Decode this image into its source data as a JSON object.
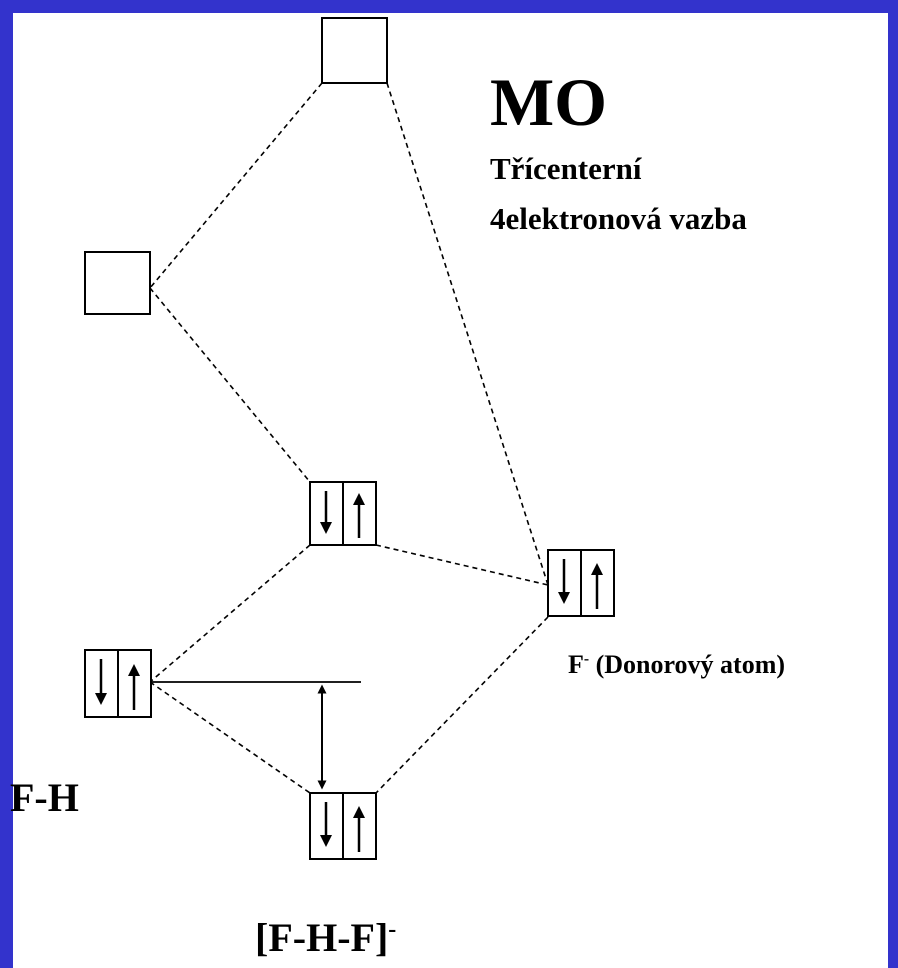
{
  "title": "MO",
  "subtitle_line1": "Třícenterní",
  "subtitle_line2": "4elektronová vazba",
  "labels": {
    "fh": "F-H",
    "donor_base": "F",
    "donor_sup": "-",
    "donor_text": " (Donorový atom)",
    "complex_base": "[F-H-F]",
    "complex_sup": "-"
  },
  "levels": [
    {
      "id": "antibonding-sigma-star",
      "electrons": "empty"
    },
    {
      "id": "fh-antibonding",
      "electrons": "empty"
    },
    {
      "id": "nonbonding",
      "electrons": "paired"
    },
    {
      "id": "f-donor-orbital",
      "electrons": "paired"
    },
    {
      "id": "fh-bonding",
      "electrons": "paired"
    },
    {
      "id": "complex-bonding",
      "electrons": "paired"
    }
  ],
  "colors": {
    "frame": "#3333cc",
    "background": "#ffffff",
    "ink": "#000000"
  }
}
